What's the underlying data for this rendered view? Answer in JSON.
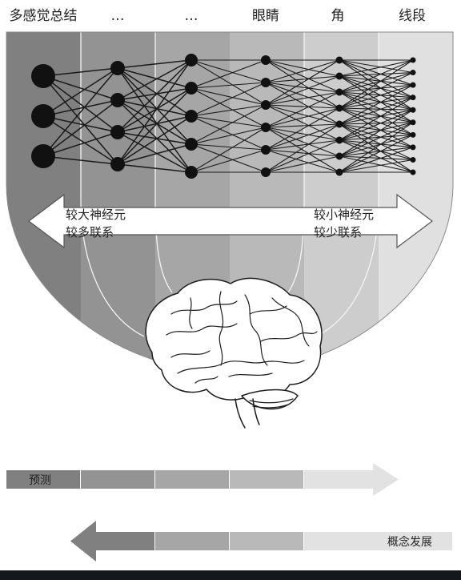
{
  "column_labels": [
    "多感觉总结",
    "…",
    "…",
    "眼睛",
    "角",
    "线段"
  ],
  "arrow": {
    "left_line1": "较大神经元",
    "left_line2": "较多联系",
    "right_line1": "较小神经元",
    "right_line2": "较少联系"
  },
  "bars": {
    "top_label": "预测",
    "bottom_label": "概念发展"
  },
  "network": {
    "layer_node_counts": [
      3,
      4,
      5,
      6,
      8,
      10
    ]
  },
  "colors": {
    "column_fills": [
      "#808080",
      "#939393",
      "#a6a6a6",
      "#b9b9b9",
      "#cdcdcd",
      "#e0e0e0"
    ],
    "node_fill": "#111111",
    "edge_stroke": "#1a1a1a",
    "arrow_fill": "#ffffff",
    "arrow_stroke": "#555555"
  }
}
